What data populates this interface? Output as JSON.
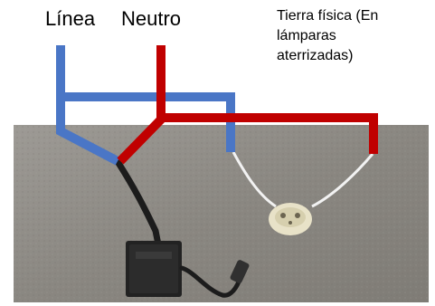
{
  "labels": {
    "linea": "Línea",
    "neutro": "Neutro",
    "tierra": "Tierra física (En\nlámparas\naterrizadas)"
  },
  "colors": {
    "linea_wire": "#4a76c6",
    "neutro_wire": "#c00000",
    "background_surface": "#8e8a84"
  },
  "icons": [
    "led-driver-box",
    "lamp-socket",
    "power-cable"
  ]
}
